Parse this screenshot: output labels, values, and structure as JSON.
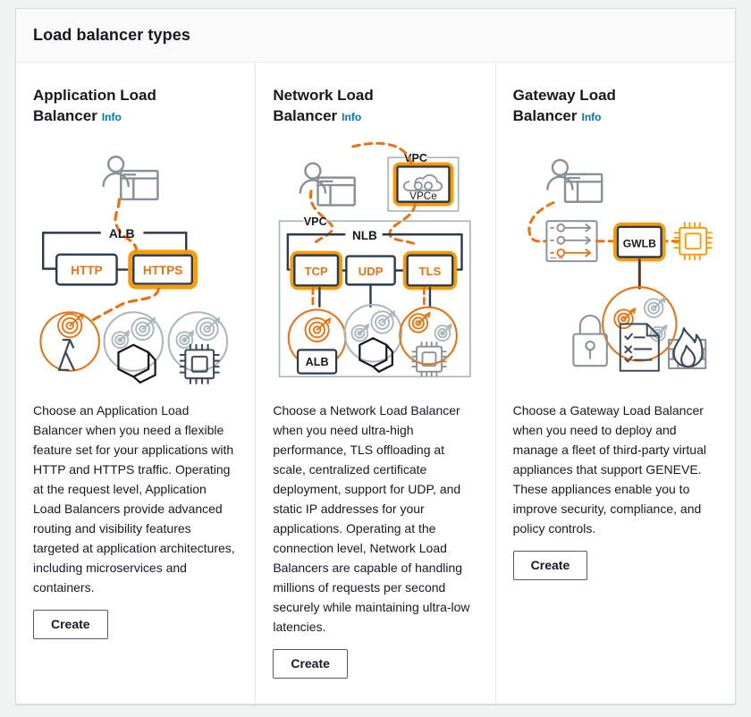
{
  "header": {
    "title": "Load balancer types"
  },
  "colors": {
    "aws_orange": "#ec7211",
    "aws_orange_light": "#ff9900",
    "aws_blue_link": "#0073bb",
    "ink": "#16191f",
    "slate": "#3f4b5b",
    "gray_line": "#879196",
    "gray_light": "#aab7b8",
    "card_border": "#d5dbdb",
    "header_bg": "#fafafa"
  },
  "columns": [
    {
      "id": "application-load-balancer",
      "title": "Application Load Balancer",
      "info_label": "Info",
      "description": "Choose an Application Load Balancer when you need a flexible feature set for your applications with HTTP and HTTPS traffic. Operating at the request level, Application Load Balancers provide advanced routing and visibility features targeted at application architectures, including microservices and containers.",
      "create_label": "Create",
      "diagram": {
        "name": "alb-diagram",
        "group_label": "ALB",
        "listeners": [
          {
            "label": "HTTP",
            "selected": false
          },
          {
            "label": "HTTPS",
            "selected": true
          }
        ],
        "targets": [
          {
            "icon": "lambda-icon",
            "selected": true
          },
          {
            "icon": "container-icon",
            "selected": false
          },
          {
            "icon": "cpu-instance-icon",
            "selected": false
          }
        ],
        "client_icon": "user-browser-icon"
      }
    },
    {
      "id": "network-load-balancer",
      "title": "Network Load Balancer",
      "info_label": "Info",
      "description": "Choose a Network Load Balancer when you need ultra-high performance, TLS offloading at scale, centralized certificate deployment, support for UDP, and static IP addresses for your applications. Operating at the connection level, Network Load Balancers are capable of handling millions of requests per second securely while maintaining ultra-low latencies.",
      "create_label": "Create",
      "diagram": {
        "name": "nlb-diagram",
        "vpc_label_top": "VPC",
        "vpce_label": "VPCe",
        "vpc_label_main": "VPC",
        "group_label": "NLB",
        "listeners": [
          {
            "label": "TCP",
            "selected": true
          },
          {
            "label": "UDP",
            "selected": false
          },
          {
            "label": "TLS",
            "selected": true
          }
        ],
        "targets": [
          {
            "icon": "alb-target-icon",
            "label": "ALB",
            "selected": true
          },
          {
            "icon": "container-icon",
            "label": "",
            "selected": false
          },
          {
            "icon": "cpu-instance-icon",
            "label": "",
            "selected": true
          }
        ],
        "client_icon": "user-browser-icon"
      }
    },
    {
      "id": "gateway-load-balancer",
      "title": "Gateway Load Balancer",
      "info_label": "Info",
      "description": "Choose a Gateway Load Balancer when you need to deploy and manage a fleet of third-party virtual appliances that support GENEVE. These appliances enable you to improve security, compliance, and policy controls.",
      "create_label": "Create",
      "diagram": {
        "name": "gwlb-diagram",
        "group_label": "GWLB",
        "route_table_icon": "route-table-icon",
        "instance_icon": "cpu-instance-icon",
        "client_icon": "user-browser-icon",
        "appliance_icons": [
          "lock-icon",
          "compliance-checklist-icon",
          "firewall-icon"
        ]
      }
    }
  ]
}
